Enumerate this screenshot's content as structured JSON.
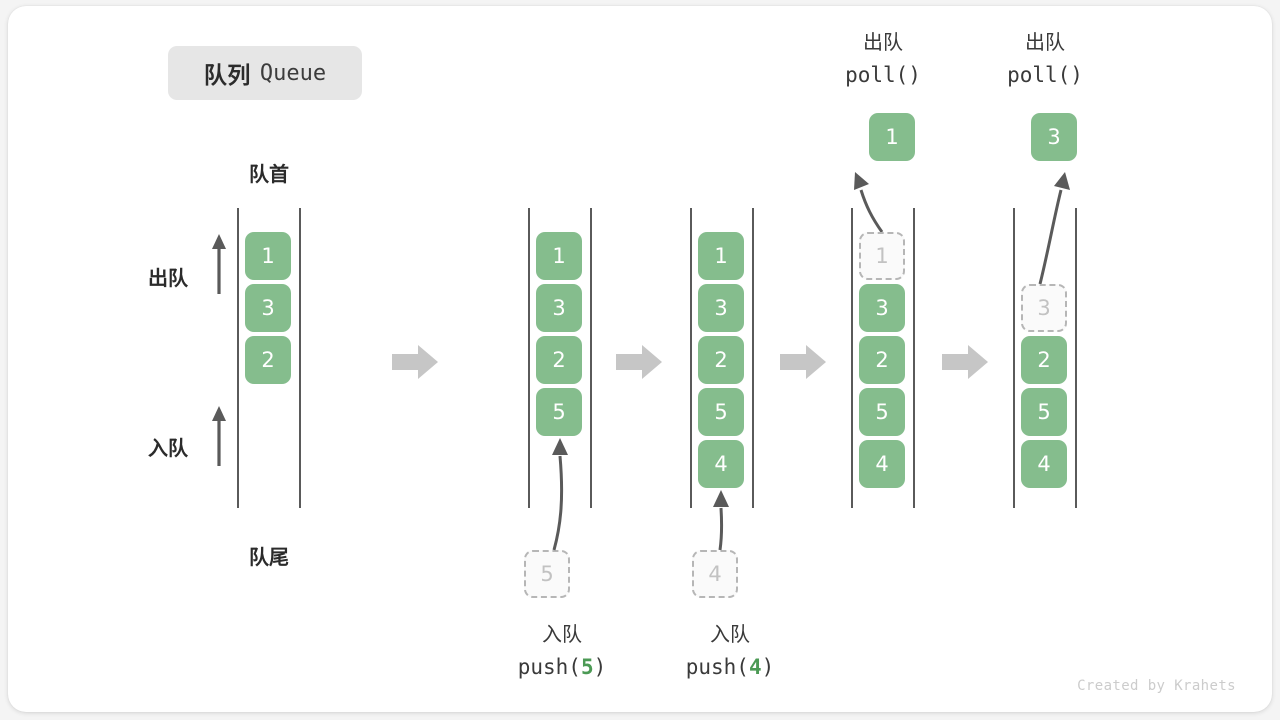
{
  "title": {
    "cn": "队列",
    "en": "Queue"
  },
  "axis_labels": {
    "front": "队首",
    "rear": "队尾",
    "dequeue": "出队",
    "enqueue": "入队"
  },
  "watermark": "Created by Krahets",
  "colors": {
    "cell_fill": "#85bd8d",
    "cell_text": "#ffffff",
    "ghost_fill": "#fafafa",
    "ghost_border": "#b6b6b6",
    "ghost_text": "#c2c2c2",
    "rail": "#5a5a5a",
    "arrow": "#5a5a5a",
    "transition_arrow": "#c6c6c6",
    "badge_bg": "#e6e6e6",
    "accent_number": "#4c9a55",
    "watermark": "#cccccc"
  },
  "columns": [
    {
      "name": "initial-queue",
      "cells": [
        "1",
        "3",
        "2"
      ],
      "ghost_index": null,
      "caption": null,
      "input_chip": null,
      "output_chip": null
    },
    {
      "name": "after-push-5",
      "cells": [
        "1",
        "3",
        "2",
        "5"
      ],
      "ghost_index": null,
      "caption": {
        "cn": "入队",
        "code_prefix": "push(",
        "code_num": "5",
        "code_suffix": ")"
      },
      "input_chip": "5",
      "output_chip": null
    },
    {
      "name": "after-push-4",
      "cells": [
        "1",
        "3",
        "2",
        "5",
        "4"
      ],
      "ghost_index": null,
      "caption": {
        "cn": "入队",
        "code_prefix": "push(",
        "code_num": "4",
        "code_suffix": ")"
      },
      "input_chip": "4",
      "output_chip": null
    },
    {
      "name": "after-poll-1",
      "cells": [
        "1",
        "3",
        "2",
        "5",
        "4"
      ],
      "ghost_index": 0,
      "caption": {
        "cn": "出队",
        "code_prefix": "poll(",
        "code_num": "",
        "code_suffix": ")"
      },
      "input_chip": null,
      "output_chip": "1"
    },
    {
      "name": "after-poll-3",
      "cells": [
        "",
        "3",
        "2",
        "5",
        "4"
      ],
      "ghost_index": 1,
      "caption": {
        "cn": "出队",
        "code_prefix": "poll(",
        "code_num": "",
        "code_suffix": ")"
      },
      "input_chip": null,
      "output_chip": "3"
    }
  ]
}
